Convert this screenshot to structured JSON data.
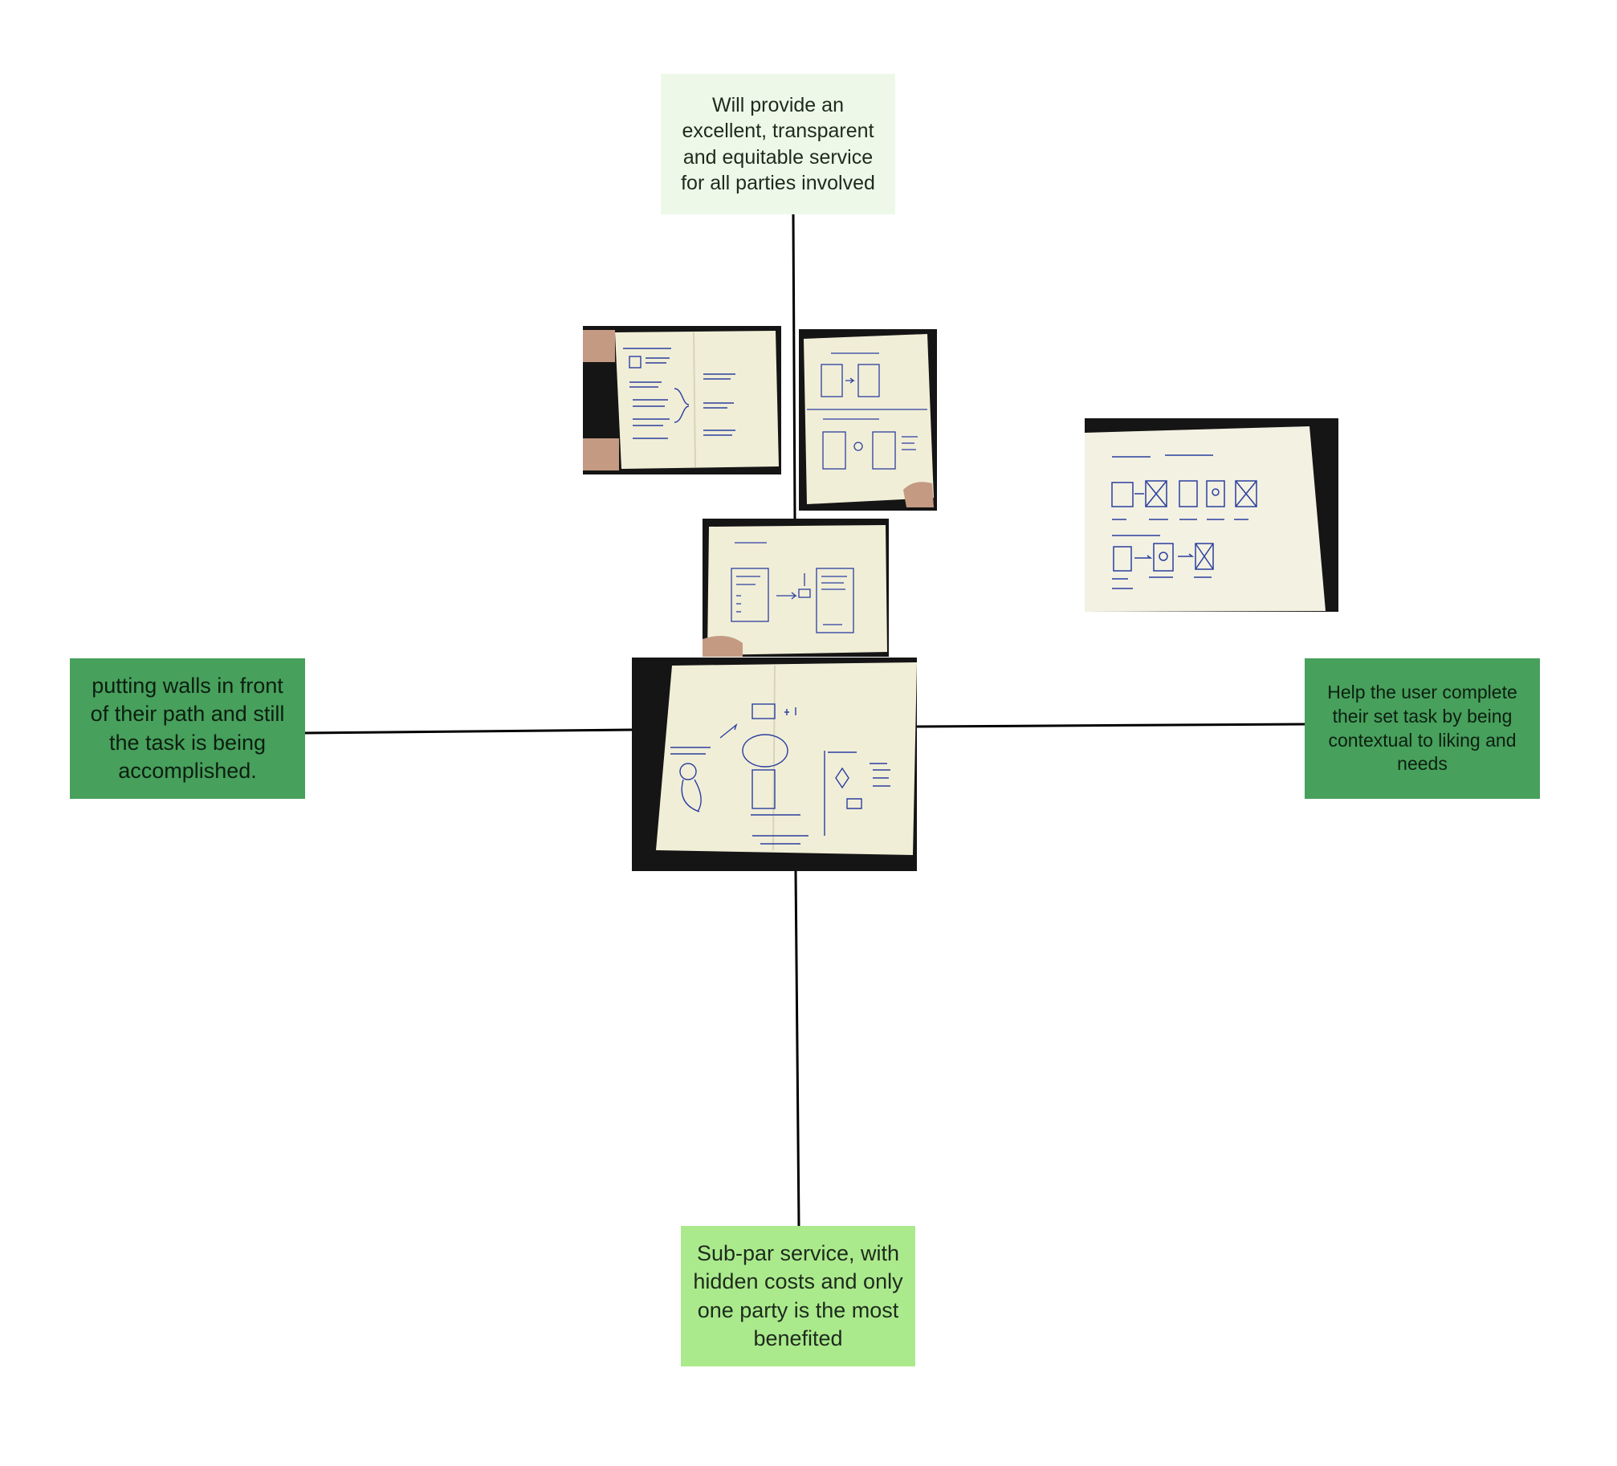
{
  "notes": {
    "top": "Will provide an excellent, transparent and equitable service for all parties involved",
    "bottom": "Sub-par service, with hidden costs and only one party is the most benefited",
    "left": "putting walls in front of their path and still the task is being accomplished.",
    "right": "Help the user complete their set task by being contextual to liking and needs"
  },
  "colors": {
    "top_note": "#eef8e9",
    "bottom_note": "#abea8c",
    "side_notes": "#47a05c",
    "axis": "#000000",
    "sketch_ink": "#2b3f9e",
    "paper": "#f4f1dc"
  },
  "icons": {
    "photos": "notebook-sketch-photo"
  }
}
